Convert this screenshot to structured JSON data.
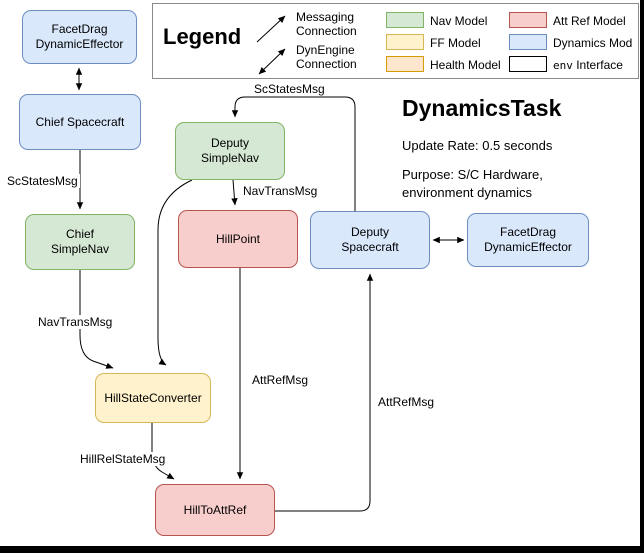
{
  "colors": {
    "nav": {
      "bg": "#d5e8d4",
      "border": "#82b366"
    },
    "ff": {
      "bg": "#fff2cc",
      "border": "#d6b656"
    },
    "health": {
      "bg": "#ffe6cc",
      "border": "#d79b00"
    },
    "attref": {
      "bg": "#f8cecc",
      "border": "#b85450"
    },
    "dynamics": {
      "bg": "#dae8fc",
      "border": "#6c8ebf"
    },
    "env": {
      "bg": "#ffffff",
      "border": "#000000"
    }
  },
  "legend": {
    "title": "Legend",
    "messaging_label": "Messaging\nConnection",
    "dynengine_label": "DynEngine\nConnection",
    "items": [
      {
        "label": "Nav Model"
      },
      {
        "label": "FF Model"
      },
      {
        "label": "Health Model"
      },
      {
        "label": "Att Ref Model"
      },
      {
        "label": "Dynamics Mod"
      },
      {
        "code": "env",
        "rest": "Interface"
      }
    ]
  },
  "header": {
    "title": "DynamicsTask",
    "update_rate": "Update Rate: 0.5 seconds",
    "purpose": "Purpose: S/C Hardware,\nenvironment dynamics"
  },
  "nodes": {
    "facetdrag_chief": {
      "label": "FacetDrag\nDynamicEffector"
    },
    "chief_spacecraft": {
      "label": "Chief Spacecraft"
    },
    "chief_simplenav": {
      "label": "Chief\nSimpleNav"
    },
    "deputy_simplenav": {
      "label": "Deputy\nSimpleNav"
    },
    "hillpoint": {
      "label": "HillPoint"
    },
    "deputy_spacecraft": {
      "label": "Deputy\nSpacecraft"
    },
    "facetdrag_deputy": {
      "label": "FacetDrag\nDynamicEffector"
    },
    "hill_state_converter": {
      "label": "HillStateConverter"
    },
    "hill_to_attref": {
      "label": "HillToAttRef"
    }
  },
  "edge_labels": {
    "chief_scstates": "ScStatesMsg",
    "deputy_scstates": "ScStatesMsg",
    "chief_navtrans": "NavTransMsg",
    "deputy_navtrans": "NavTransMsg",
    "hillrelstate": "HillRelStateMsg",
    "attref_hillpoint": "AttRefMsg",
    "attref_deputy": "AttRefMsg"
  }
}
